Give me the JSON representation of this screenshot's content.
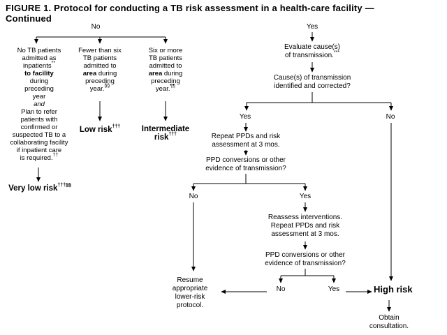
{
  "page": {
    "background": "#ffffff",
    "text_color": "#000000"
  },
  "title": {
    "line1": "FIGURE 1. Protocol for conducting a TB risk assessment in a health-care facility —",
    "line2": "Continued"
  },
  "no_branch": {
    "label": "No",
    "very_low_path": {
      "l1": "No TB patients",
      "l2": "admitted as",
      "l3": "inpatients",
      "l3_sup": "**",
      "l4": "to facility",
      "l5": "during",
      "l6": "preceding",
      "l7": "year",
      "l8": "and",
      "l9": "Plan to refer",
      "l10": "patients with",
      "l11": "confirmed or",
      "l12": "suspected TB to a",
      "l13": "collaborating facility",
      "l14": "if inpatient care",
      "l15": "is required.",
      "l15_sup": "††",
      "result": "Very low risk",
      "result_sup": "†††§§"
    },
    "low_path": {
      "l1": "Fewer than six",
      "l2": "TB patients",
      "l3": "admitted to",
      "l4_bold": "area",
      "l4_rest": " during",
      "l5": "preceding",
      "l6": "year.",
      "l6_sup": "§§",
      "result": "Low risk",
      "result_sup": "†††"
    },
    "intermediate_path": {
      "l1": "Six or more",
      "l2": "TB patients",
      "l3": "admitted to",
      "l4_bold": "area",
      "l4_rest": " during",
      "l5": "preceding",
      "l6": "year.",
      "l6_sup": "¶¶",
      "result_l1": "Intermediate",
      "result_l2": "risk",
      "result_sup": "†††"
    }
  },
  "yes_branch": {
    "label": "Yes",
    "evaluate": {
      "l1": "Evaluate cause(s)",
      "l2": "of transmission.",
      "sup": "***"
    },
    "cause_question": {
      "l1": "Cause(s) of transmission",
      "l2": "identified and corrected?"
    },
    "cause_yes": "Yes",
    "cause_no": "No",
    "repeat": {
      "l1": "Repeat PPDs and risk",
      "l2": "assessment at 3 mos."
    },
    "ppd_question_1": {
      "l1": "PPD conversions or other",
      "l2": "evidence of transmission?"
    },
    "ppd1_no": "No",
    "ppd1_yes": "Yes",
    "reassess": {
      "l1": "Reassess interventions.",
      "l2": "Repeat PPDs and risk",
      "l3": "assessment at 3 mos."
    },
    "ppd_question_2": {
      "l1": "PPD conversions or other",
      "l2": "evidence of transmission?"
    },
    "ppd2_no": "No",
    "ppd2_yes": "Yes",
    "resume": {
      "l1": "Resume",
      "l2": "appropriate",
      "l3": "lower-risk",
      "l4": "protocol."
    },
    "high_risk": "High risk",
    "obtain": {
      "l1": "Obtain",
      "l2": "consultation."
    }
  }
}
